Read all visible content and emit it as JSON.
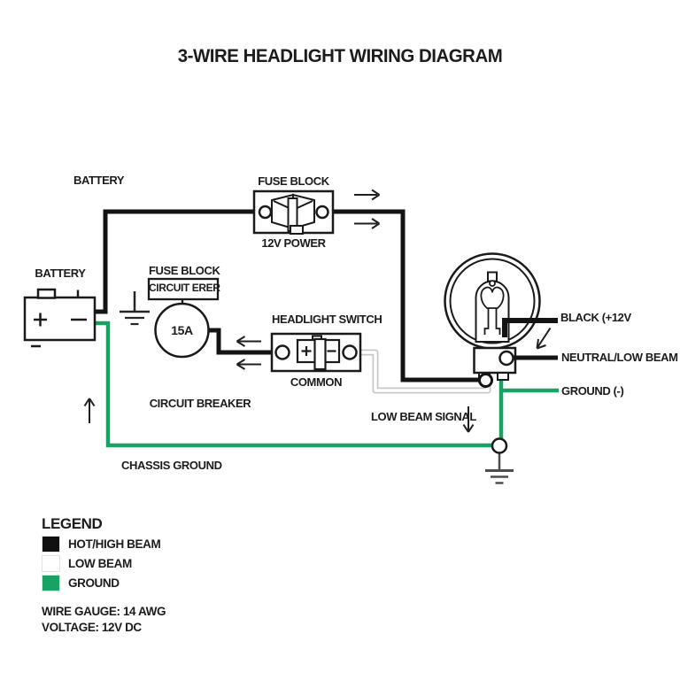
{
  "title": "3-WIRE HEADLIGHT WIRING DIAGRAM",
  "colors": {
    "hot": "#111111",
    "low_beam": "#ffffff",
    "ground": "#1aa264",
    "wire_black": "#141414"
  },
  "labels": {
    "battery_feed": "BATTERY",
    "battery": "BATTERY",
    "fuse_block": "FUSE BLOCK",
    "fuse_power": "12V POWER",
    "breaker_fuse_block": "FUSE BLOCK",
    "breaker_box": "CIRCUIT ERER",
    "breaker_amps": "15A",
    "breaker_caption": "CIRCUIT BREAKER",
    "switch": "HEADLIGHT SWITCH",
    "switch_caption": "COMMON",
    "lead_hot": "BLACK (+12V",
    "lead_neutral": "NEUTRAL/LOW BEAM",
    "lead_ground": "GROUND (-)",
    "low_beam_signal": "LOW BEAM SIGNAL",
    "chassis_ground": "CHASSIS GROUND"
  },
  "legend": {
    "heading": "LEGEND",
    "items": [
      {
        "label": "HOT/HIGH BEAM",
        "color": "#111111"
      },
      {
        "label": "LOW BEAM",
        "color": "#ffffff"
      },
      {
        "label": "GROUND",
        "color": "#1aa264"
      }
    ],
    "notes": [
      "WIRE GAUGE: 14 AWG",
      "VOLTAGE: 12V DC"
    ]
  }
}
